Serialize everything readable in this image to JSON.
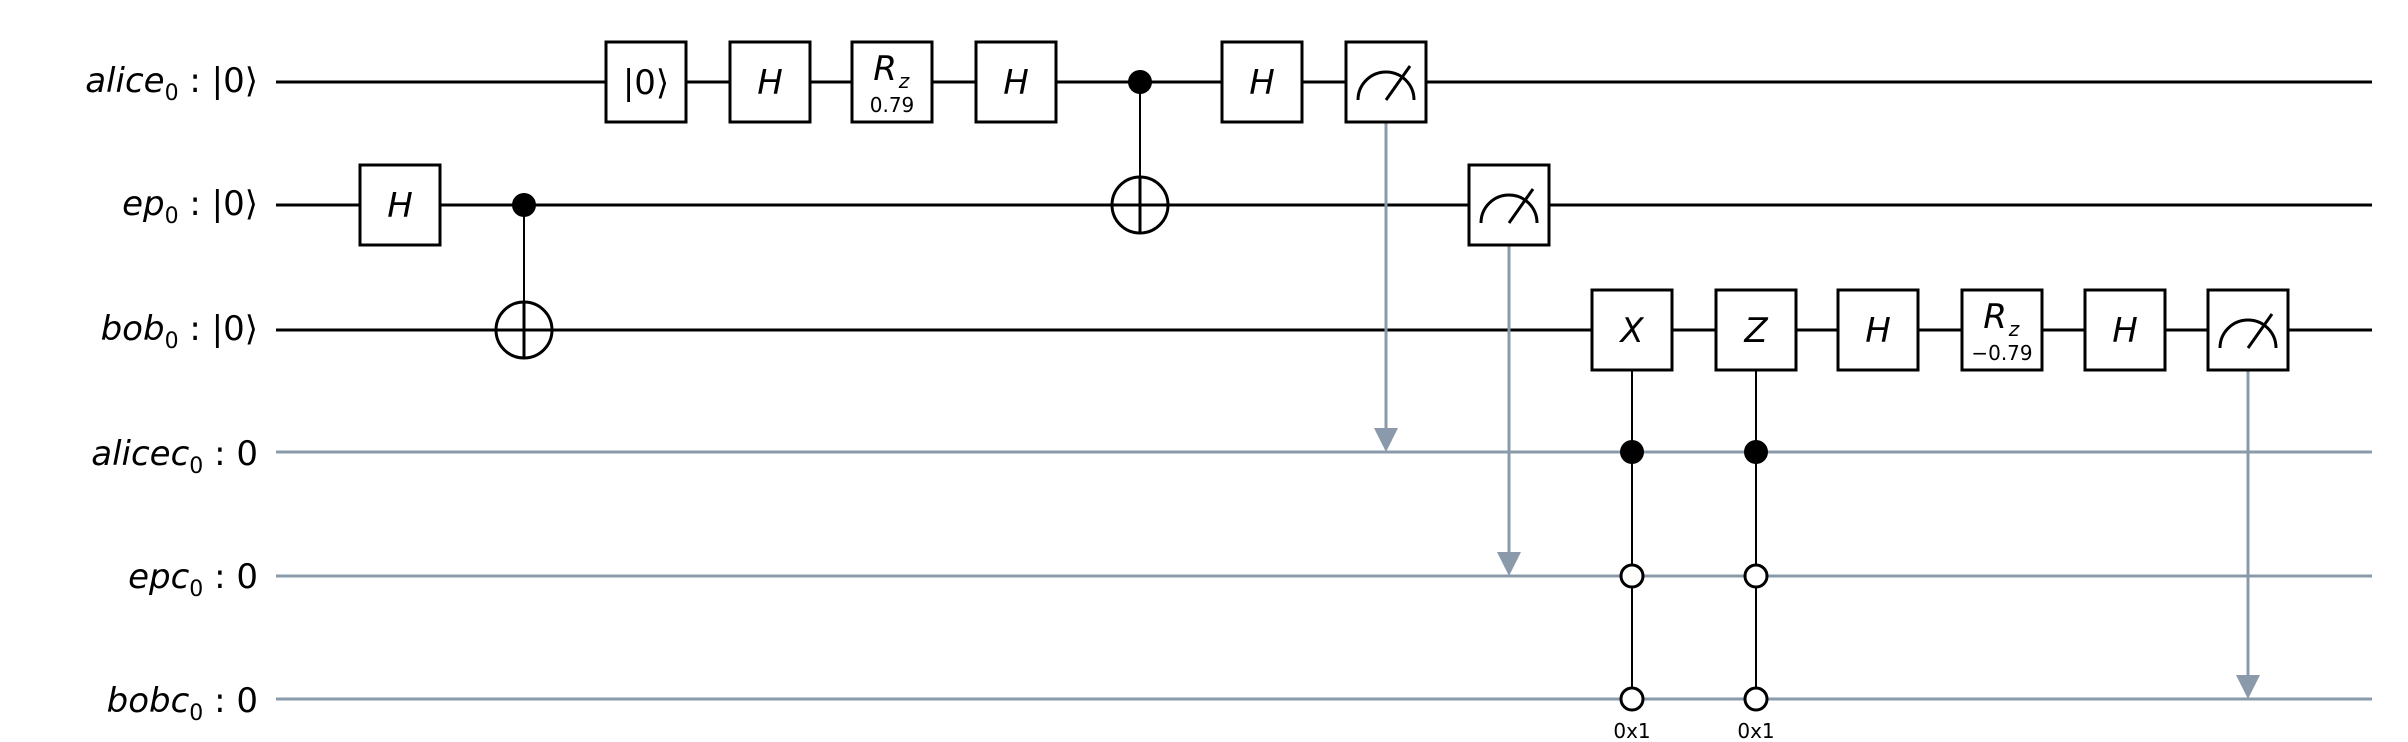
{
  "colors": {
    "quantum_wire": "#000000",
    "classical_wire": "#8a9aaa",
    "gate_fill": "#ffffff",
    "gate_stroke": "#000000"
  },
  "wires": [
    {
      "id": "alice",
      "kind": "quantum",
      "name": "alice",
      "sub": "0",
      "value": "|0⟩"
    },
    {
      "id": "ep",
      "kind": "quantum",
      "name": "ep",
      "sub": "0",
      "value": "|0⟩"
    },
    {
      "id": "bob",
      "kind": "quantum",
      "name": "bob",
      "sub": "0",
      "value": "|0⟩"
    },
    {
      "id": "alicec",
      "kind": "classical",
      "name": "alicec",
      "sub": "0",
      "value": "0"
    },
    {
      "id": "epc",
      "kind": "classical",
      "name": "epc",
      "sub": "0",
      "value": "0"
    },
    {
      "id": "bobc",
      "kind": "classical",
      "name": "bobc",
      "sub": "0",
      "value": "0"
    }
  ],
  "gates": [
    {
      "id": "h-ep-1",
      "type": "H",
      "wire": "ep",
      "label": "H"
    },
    {
      "id": "cx-ep-bob",
      "type": "CX",
      "control": "ep",
      "target": "bob"
    },
    {
      "id": "reset-alice",
      "type": "reset",
      "wire": "alice",
      "label": "|0⟩"
    },
    {
      "id": "h-alice-1",
      "type": "H",
      "wire": "alice",
      "label": "H"
    },
    {
      "id": "rz-alice",
      "type": "RZ",
      "wire": "alice",
      "label": "R",
      "sub": "z",
      "param": "0.79"
    },
    {
      "id": "h-alice-2",
      "type": "H",
      "wire": "alice",
      "label": "H"
    },
    {
      "id": "cx-alice-ep",
      "type": "CX",
      "control": "alice",
      "target": "ep"
    },
    {
      "id": "h-alice-3",
      "type": "H",
      "wire": "alice",
      "label": "H"
    },
    {
      "id": "measure-alice",
      "type": "measure",
      "wire": "alice",
      "to": "alicec"
    },
    {
      "id": "measure-ep",
      "type": "measure",
      "wire": "ep",
      "to": "epc"
    },
    {
      "id": "x-bob",
      "type": "X",
      "wire": "bob",
      "label": "X",
      "condition": "0x1"
    },
    {
      "id": "z-bob",
      "type": "Z",
      "wire": "bob",
      "label": "Z",
      "condition": "0x1"
    },
    {
      "id": "h-bob-1",
      "type": "H",
      "wire": "bob",
      "label": "H"
    },
    {
      "id": "rz-bob",
      "type": "RZ",
      "wire": "bob",
      "label": "R",
      "sub": "z",
      "param": "−0.79"
    },
    {
      "id": "h-bob-2",
      "type": "H",
      "wire": "bob",
      "label": "H"
    },
    {
      "id": "measure-bob",
      "type": "measure",
      "wire": "bob",
      "to": "bobc"
    }
  ]
}
